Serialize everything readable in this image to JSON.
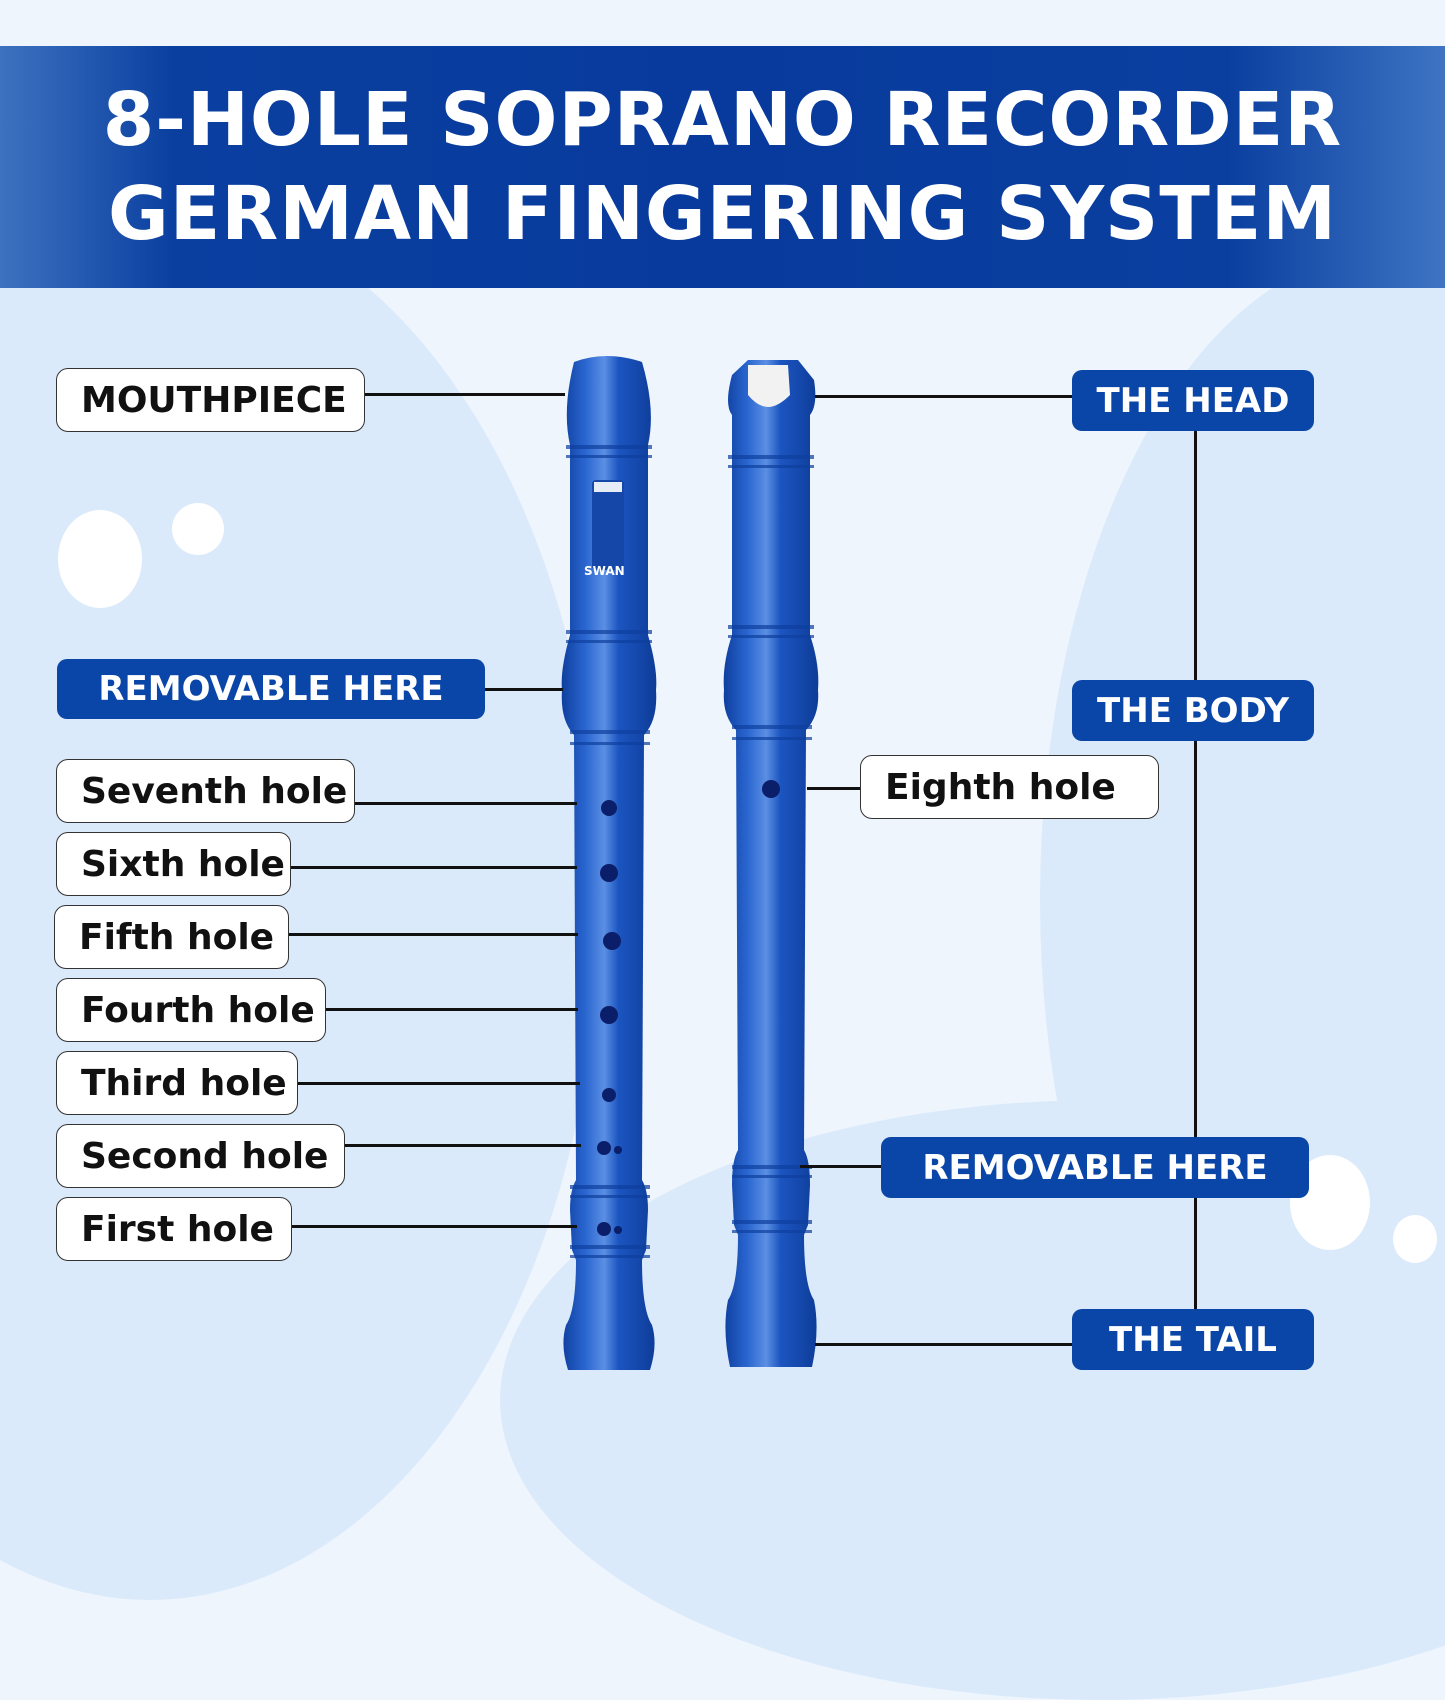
{
  "title": {
    "line1": "8-HOLE SOPRANO RECORDER",
    "line2": "GERMAN FINGERING SYSTEM"
  },
  "colors": {
    "banner": "#073a9c",
    "label_fill": "#0a45a8",
    "recorder_blue": "#1a58c4",
    "background": "#eef5fd"
  },
  "left_labels": {
    "mouthpiece": "MOUTHPIECE",
    "removable": "REMOVABLE HERE",
    "holes": [
      "Seventh hole",
      "Sixth hole",
      "Fifth hole",
      "Fourth hole",
      "Third hole",
      "Second hole",
      "First hole"
    ]
  },
  "right_labels": {
    "head": "THE HEAD",
    "body": "THE BODY",
    "eighth_hole": "Eighth hole",
    "removable": "REMOVABLE HERE",
    "tail": "THE TAIL"
  },
  "brand": "SWAN"
}
